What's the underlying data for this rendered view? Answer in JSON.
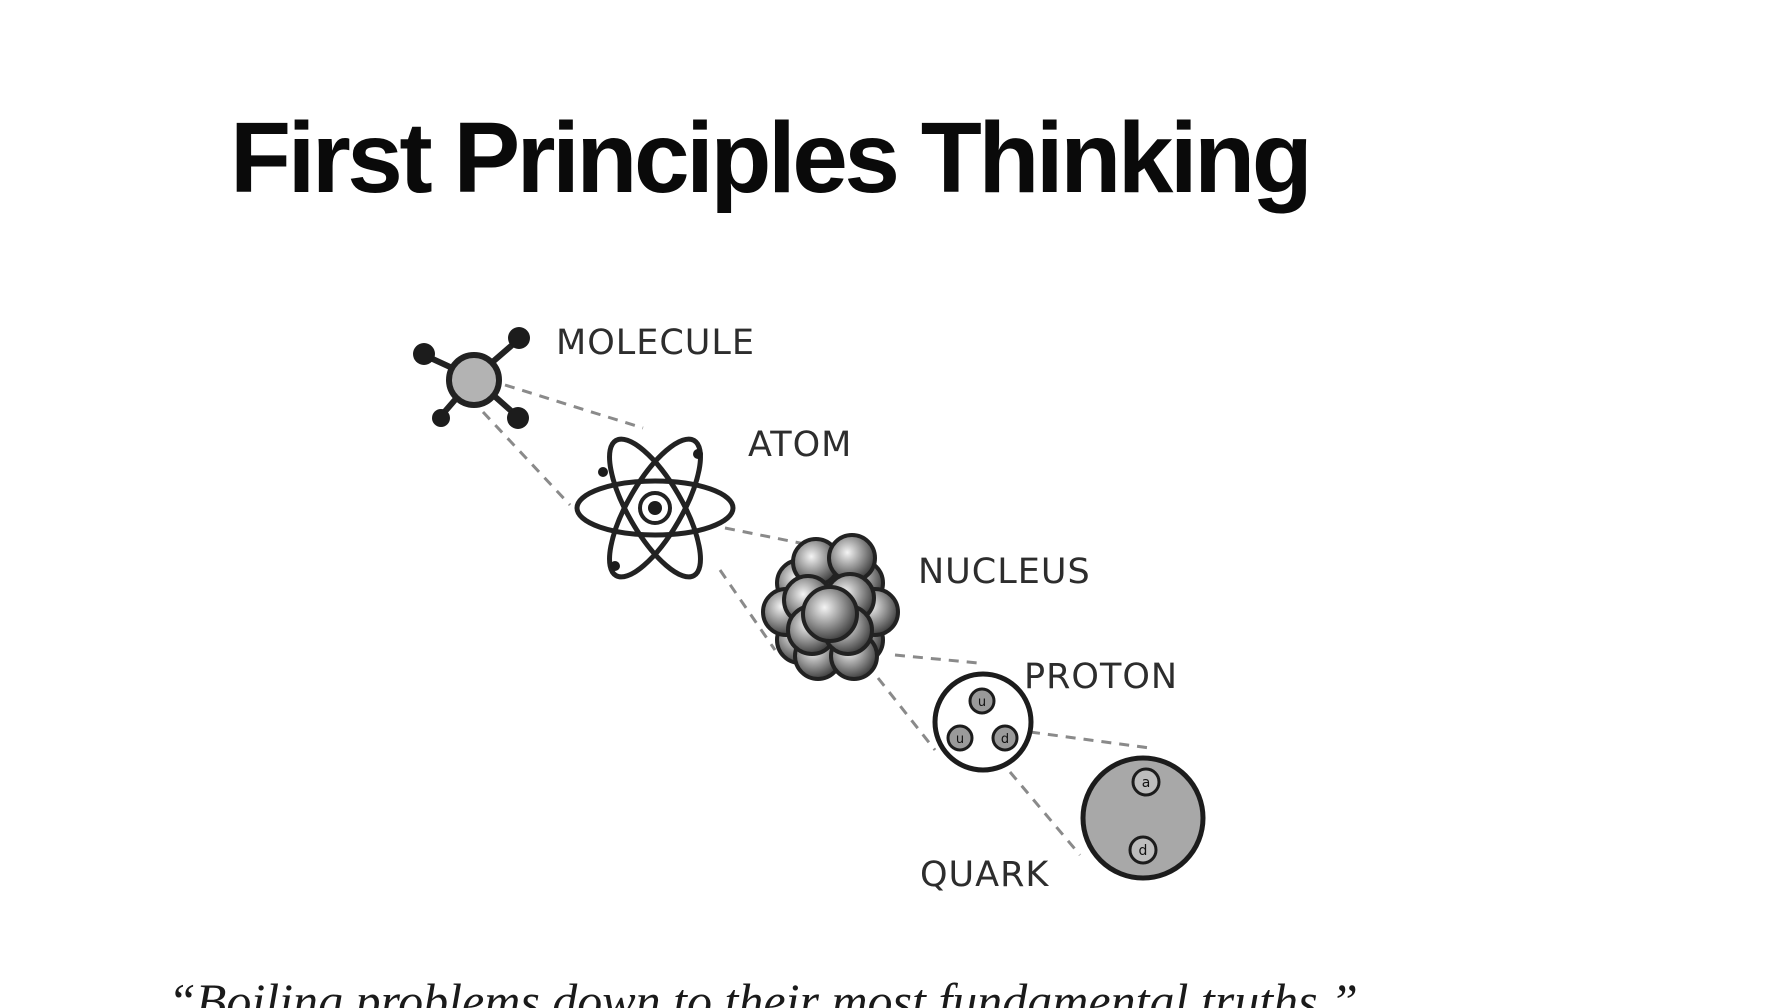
{
  "title": "First Principles Thinking",
  "diagram": {
    "levels": [
      {
        "name": "molecule",
        "label": "MOLECULE"
      },
      {
        "name": "atom",
        "label": "ATOM"
      },
      {
        "name": "nucleus",
        "label": "NUCLEUS"
      },
      {
        "name": "proton",
        "label": "PROTON"
      },
      {
        "name": "quark",
        "label": "QUARK"
      }
    ],
    "proton_glyphs": [
      "u",
      "u",
      "d"
    ],
    "quark_glyphs": [
      "a",
      "d"
    ]
  },
  "quote": "“Boiling problems down to their most fundamental truths.”",
  "colors": {
    "text": "#0a0a0a",
    "line": "#2a2a2a",
    "gray_fill": "#a8a8a8",
    "dashes": "#8a8a8a"
  }
}
